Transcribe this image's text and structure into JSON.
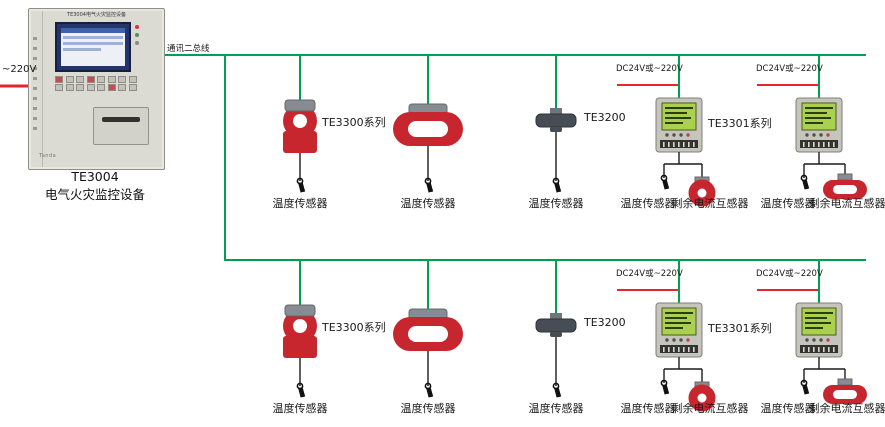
{
  "colors": {
    "bus_green": "#00a14e",
    "line_red": "#e8242c",
    "device_red": "#c8262e"
  },
  "cabinet": {
    "model": "TE3004",
    "name": "电气火灾监控设备",
    "plate": "TE3004电气火灾监控设备",
    "brand": "Tanda"
  },
  "wiring": {
    "mains": "~220V",
    "bus": "通讯二总线",
    "aux_power": "DC24V或~220V"
  },
  "devices": {
    "te3300": "TE3300系列",
    "te3200": "TE3200",
    "te3301": "TE3301系列"
  },
  "sensors": {
    "temperature": "温度传感器",
    "residual_current": "剩余电流互感器"
  }
}
